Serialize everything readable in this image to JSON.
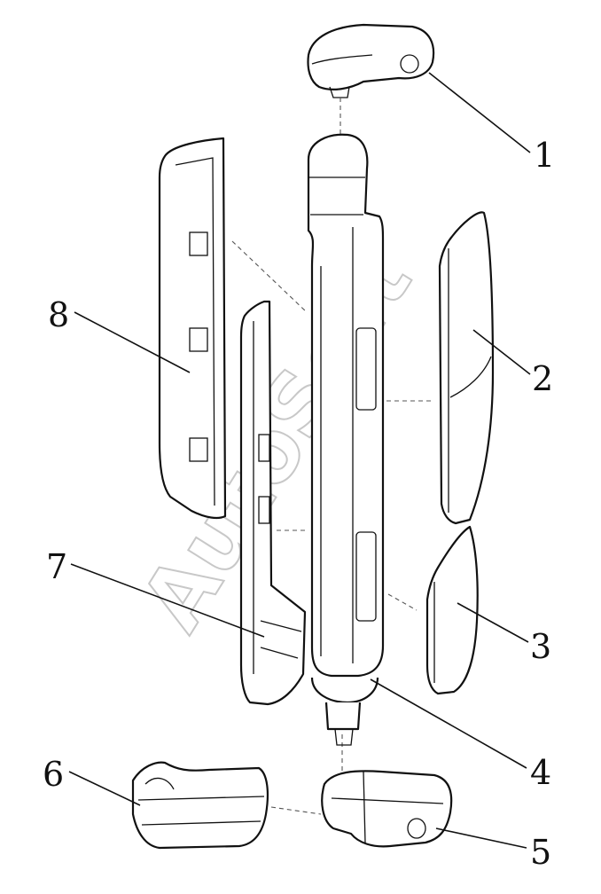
{
  "callouts": [
    "1",
    "2",
    "3",
    "4",
    "5",
    "6",
    "7",
    "8"
  ],
  "watermark": "AutoSoft",
  "colors": {
    "line": "#111111",
    "watermark": "#c8c8c8",
    "background": "#ffffff"
  }
}
